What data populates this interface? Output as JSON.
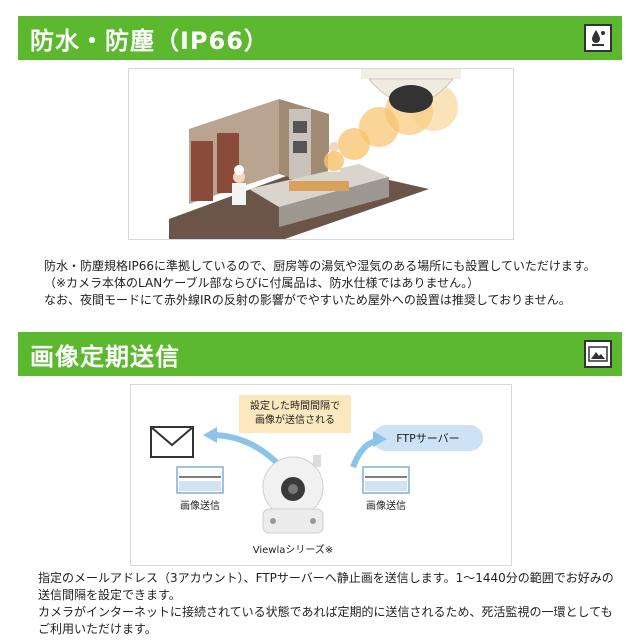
{
  "section1": {
    "title": "防水・防塵（IP66）",
    "paragraphs": [
      "防水・防塵規格IP66に準拠しているので、厨房等の湯気や湿気のある場所にも設置していただけます。",
      "（※カメラ本体のLANケーブル部ならびに付属品は、防水仕様ではありません。）",
      "なお、夜間モードにて赤外線IRの反射の影響がでやすいため屋外への設置は推奨しておりません。"
    ]
  },
  "section2": {
    "title": "画像定期送信",
    "diagram": {
      "note_line1": "設定した時間間隔で",
      "note_line2": "画像が送信される",
      "ftp_label": "FTPサーバー",
      "left_caption": "画像送信",
      "right_caption": "画像送信",
      "camera_caption": "Viewlaシリーズ※"
    },
    "paragraphs": [
      "指定のメールアドレス（3アカウント）、FTPサーバーへ静止画を送信します。1〜1440分の範囲でお好みの送信間隔を設定できます。",
      "カメラがインターネットに接続されている状態であれば定期的に送信されるため、死活監視の一環としてもご利用いただけます。"
    ]
  },
  "colors": {
    "header_green": "#5cb82e",
    "note_bg": "#fbe8bf",
    "ftp_bg": "#cde3f5",
    "arrow_blue": "#8cc3e8"
  },
  "icons": [
    "water-drop-icon",
    "image-icon",
    "mail-icon",
    "image-thumbnail-icon",
    "camera-icon"
  ]
}
